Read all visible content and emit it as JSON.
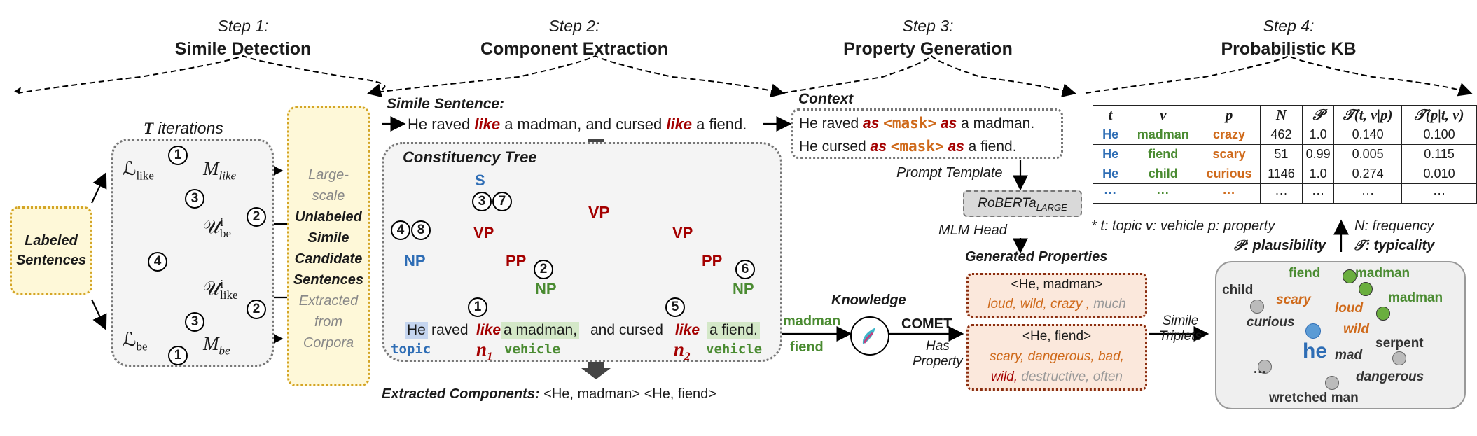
{
  "steps": [
    {
      "num": "Step 1:",
      "title": "Simile Detection"
    },
    {
      "num": "Step 2:",
      "title": "Component Extraction"
    },
    {
      "num": "Step 3:",
      "title": "Property Generation"
    },
    {
      "num": "Step 4:",
      "title": "Probabilistic KB"
    }
  ],
  "step1": {
    "labeled": [
      "Labeled",
      "Sentences"
    ],
    "iterations": "T iterations",
    "nodes": {
      "l_like": "ℒ",
      "l_like_sub": "like",
      "m_like": "M",
      "m_like_sub": "like",
      "u_be": "𝒰",
      "u_be_sub": "be",
      "u_be_sup": "i",
      "u_like": "𝒰",
      "u_like_sub": "like",
      "u_like_sup": "i",
      "l_be": "ℒ",
      "l_be_sub": "be",
      "m_be": "M",
      "m_be_sub": "be"
    },
    "circled": [
      "1",
      "3",
      "2",
      "4",
      "3",
      "2",
      "1"
    ],
    "candidate": {
      "pre": [
        "Large-",
        "scale"
      ],
      "bold": [
        "Unlabeled",
        "Simile",
        "Candidate",
        "Sentences"
      ],
      "post": [
        "Extracted",
        "from",
        "Corpora"
      ]
    }
  },
  "step2": {
    "simile_label": "Simile Sentence:",
    "sentence": {
      "p1": "He raved ",
      "like1": "like",
      "p2": " a madman, and cursed ",
      "like2": "like",
      "p3": " a fiend."
    },
    "tree_title": "Constituency Tree",
    "nodes": {
      "S": "S",
      "VP_top": "VP",
      "VP_left": "VP",
      "VP_right": "VP",
      "NP_left": "NP",
      "PP_left": "PP",
      "NP_mid": "NP",
      "PP_right": "PP",
      "NP_right": "NP"
    },
    "circled": [
      "3",
      "7",
      "4",
      "8",
      "2",
      "6",
      "1",
      "5"
    ],
    "words": {
      "he": "He",
      "raved": "raved",
      "like1": "like",
      "amadman": "a madman,",
      "andcursed": "and cursed",
      "like2": "like",
      "afiend": "a  fiend."
    },
    "tags": {
      "topic": "topic",
      "n1": "n",
      "n1_sub": "1",
      "vehicle1": "vehicle",
      "n2": "n",
      "n2_sub": "2",
      "vehicle2": "vehicle"
    },
    "extracted_label": "Extracted Components:",
    "extracted_value": "<He, madman> <He, fiend>"
  },
  "step3": {
    "context_label": "Context",
    "context_lines": [
      {
        "pre": "He raved ",
        "as1": "as",
        "mask": "<mask>",
        "as2": "as",
        "post": " a madman."
      },
      {
        "pre": "He cursed ",
        "as1": "as",
        "mask": "<mask>",
        "as2": "as",
        "post": " a fiend."
      }
    ],
    "prompt_template": "Prompt Template",
    "roberta": "RoBERTa",
    "roberta_sub": "LARGE",
    "mlm_head": "MLM Head",
    "generated_label": "Generated Properties",
    "gen1": {
      "head": "<He, madman>",
      "props": "loud, wild, crazy",
      "sep": " , ",
      "struck": "much"
    },
    "gen2": {
      "head": "<He, fiend>",
      "line1": "scary, dangerous, bad,",
      "line2a": "wild, ",
      "struck": "destructive, often"
    },
    "knowledge": "Knowledge",
    "vehicles": [
      "madman",
      "fiend"
    ],
    "comet": "COMET",
    "has_property": [
      "Has",
      "Property"
    ],
    "simile_triplets": [
      "Simile",
      "Triplets"
    ]
  },
  "step4": {
    "table_headers": [
      "t",
      "v",
      "p",
      "N",
      "𝒫",
      "𝒯(t, v|p)",
      "𝒯(p|t, v)"
    ],
    "rows": [
      [
        "He",
        "madman",
        "crazy",
        "462",
        "1.0",
        "0.140",
        "0.100"
      ],
      [
        "He",
        "fiend",
        "scary",
        "51",
        "0.99",
        "0.005",
        "0.115"
      ],
      [
        "He",
        "child",
        "curious",
        "1146",
        "1.0",
        "0.274",
        "0.010"
      ],
      [
        "···",
        "···",
        "···",
        "···",
        "···",
        "···",
        "···"
      ]
    ],
    "legend1": "* t: topic  v: vehicle      p: property",
    "legend1b": "N: frequency",
    "legend2a": "𝒫: plausibility",
    "legend2b": "𝒯: typicality",
    "graph": {
      "center": "he",
      "nodes": [
        "fiend",
        "madman",
        "madman",
        "child",
        "serpent",
        "dangerous",
        "wretched man",
        "···"
      ],
      "edges": [
        "scary",
        "loud",
        "wild",
        "curious",
        "mad"
      ]
    }
  },
  "colors": {
    "red": "#a40000",
    "orange": "#cf6a1b",
    "green": "#4a8b31",
    "blue": "#2e6db5",
    "yellowFill": "#fef8d8",
    "yellowBorder": "#d4a526"
  }
}
